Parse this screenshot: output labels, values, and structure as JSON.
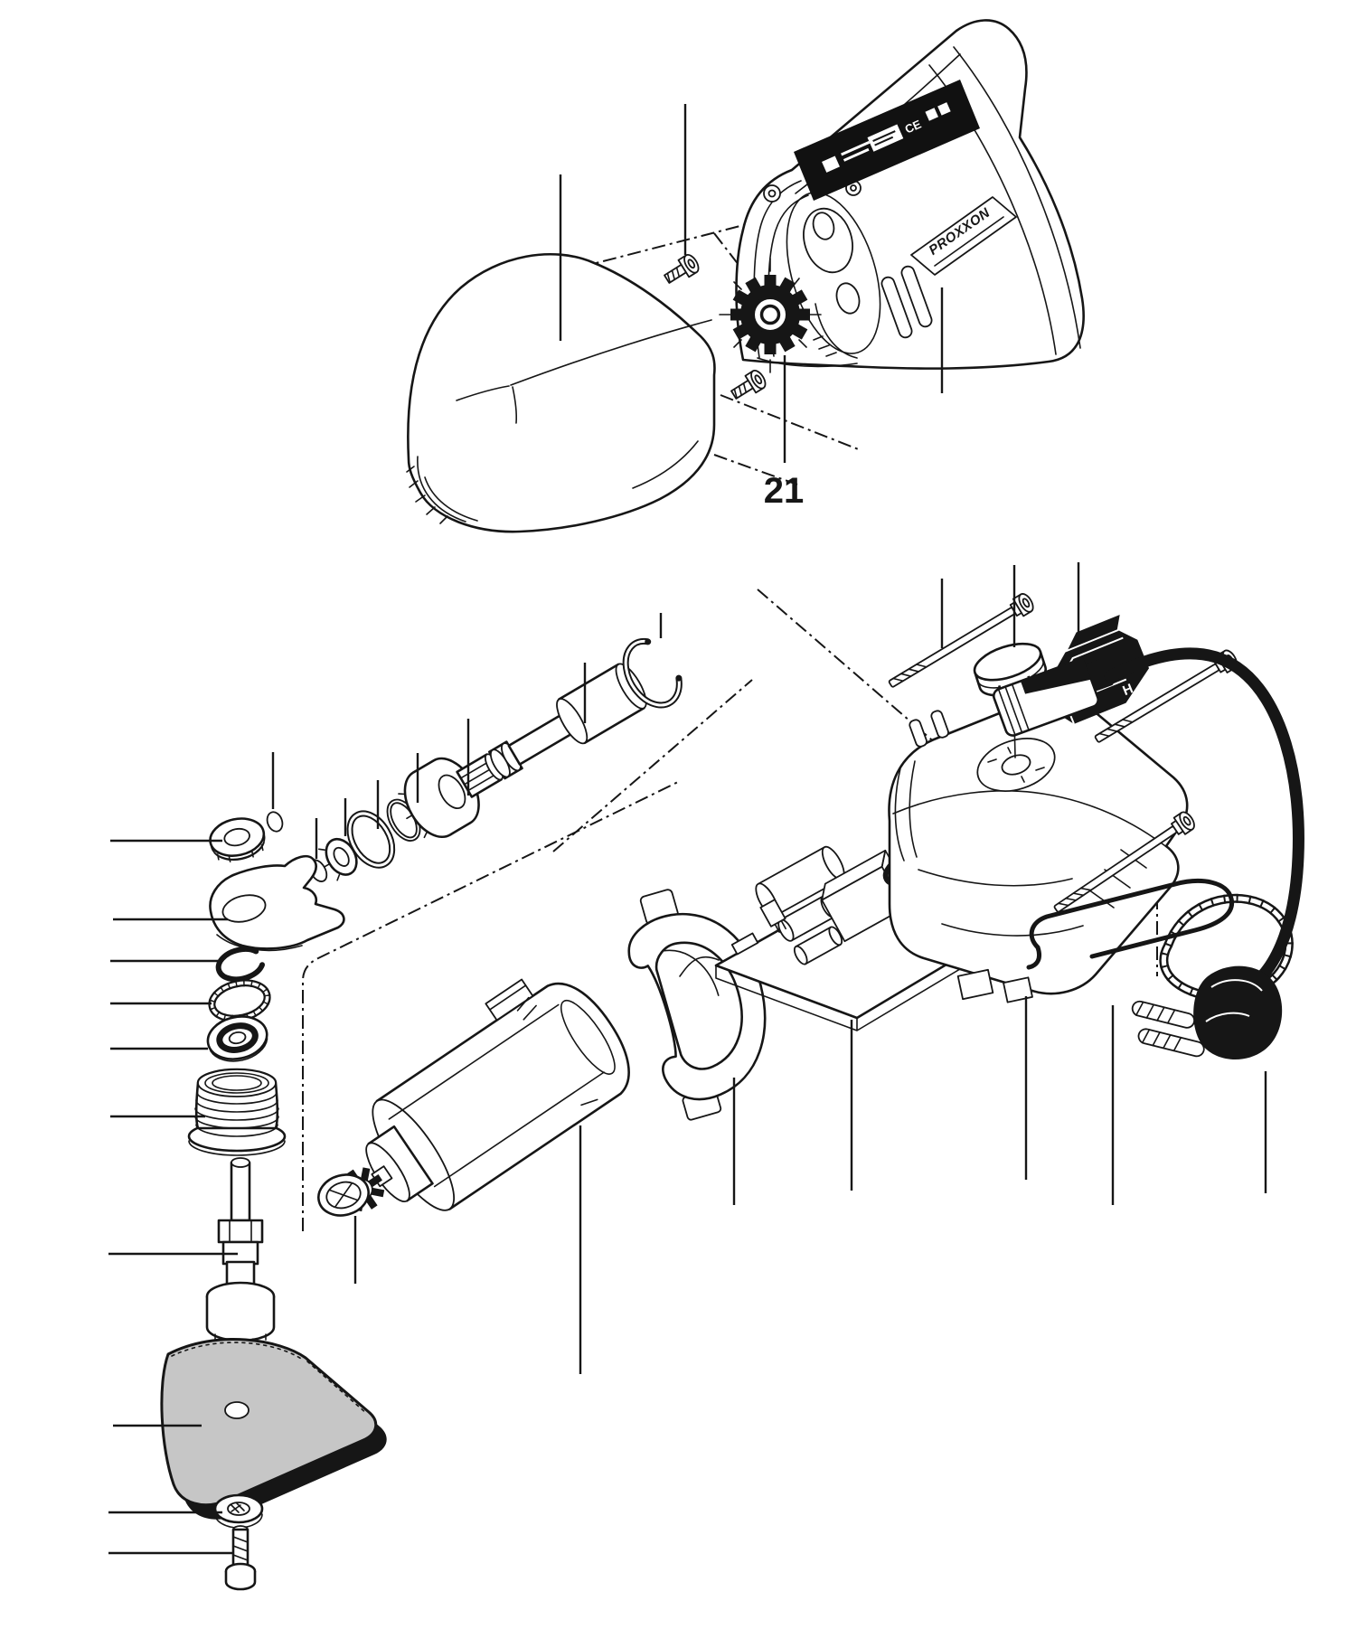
{
  "page": {
    "background": "#ffffff"
  },
  "diagram": {
    "type": "exploded-parts-diagram",
    "callout": {
      "id": "21"
    },
    "brand_label": "PROXXON",
    "switch_marking": "H",
    "rating_plate_marking": "CE",
    "colors": {
      "line": "#161616",
      "background": "#ffffff",
      "pad_fill": "#c6c6c6",
      "label_bg": "#111111"
    },
    "parts": [
      "head-cover",
      "motor-housing",
      "rating-plate",
      "brand-label",
      "front-seal",
      "pan-head-screw",
      "upper-bearing",
      "oscillating-fork",
      "snap-ring",
      "seal-ring",
      "lower-bearing",
      "threaded-collar",
      "spindle",
      "sanding-pad",
      "pad-washer",
      "pad-screw",
      "shaft-assembly",
      "drive-sleeve",
      "circlip",
      "o-ring",
      "motor",
      "motor-pinion",
      "motor-grommet",
      "motor-holder",
      "circuit-board",
      "housing-half",
      "long-screw",
      "speed-knob",
      "power-switch",
      "strain-relief",
      "power-cord",
      "mains-plug",
      "cable-clamp"
    ]
  }
}
